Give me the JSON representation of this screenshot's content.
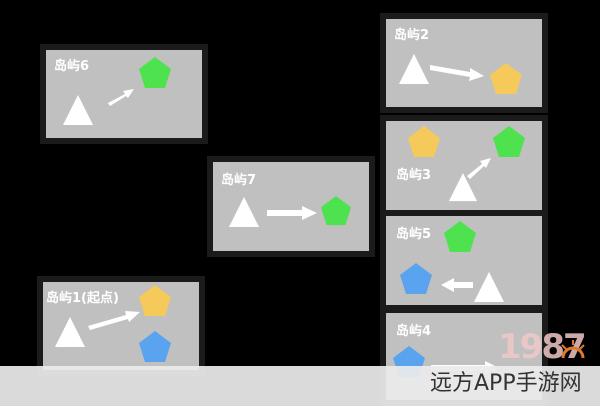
{
  "islands": [
    {
      "label": "岛屿6"
    },
    {
      "label": "岛屿2"
    },
    {
      "label": "岛屿7"
    },
    {
      "label": "岛屿3"
    },
    {
      "label": "岛屿5"
    },
    {
      "label": "岛屿1(起点)"
    },
    {
      "label": "岛屿4"
    }
  ],
  "colors": {
    "background": "#000000",
    "panel": "#c0c0c0",
    "panel_border": "#1b1b1b",
    "triangle": "#ffffff",
    "arrow": "#ffffff",
    "pentagon_green": "#4ee24e",
    "pentagon_yellow": "#f5c95a",
    "pentagon_blue": "#5aa3ee"
  },
  "icons": {
    "player": "white-triangle",
    "target_green": "green-pentagon",
    "target_yellow": "yellow-pentagon",
    "target_blue": "blue-pentagon",
    "move": "white-arrow"
  },
  "watermark": {
    "text": "远方APP手游网",
    "logo": "1987"
  }
}
